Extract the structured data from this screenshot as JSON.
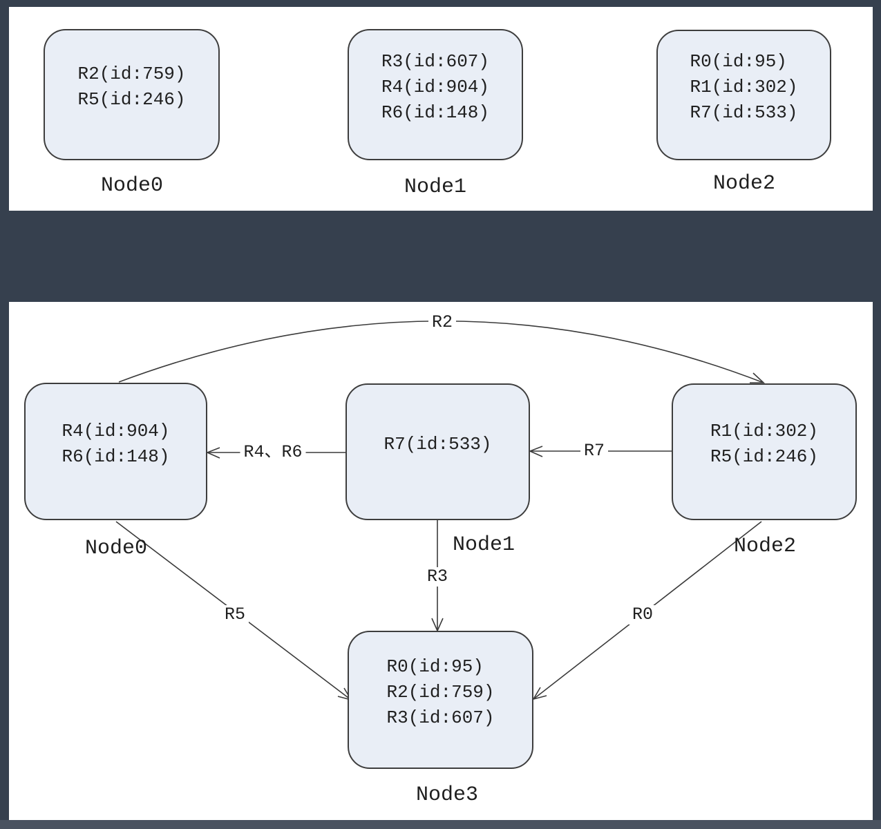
{
  "colors": {
    "canvas_background": "#36404e",
    "panel_background": "#ffffff",
    "bottom_strip": "#4a5260",
    "node_fill": "#e9eef6",
    "node_border": "#3d3d3d",
    "line": "#3a3a3a",
    "text": "#1f1f1f"
  },
  "panel_top": {
    "nodes": [
      {
        "label": "Node0",
        "regions": [
          "R2(id:759)",
          "R5(id:246)"
        ]
      },
      {
        "label": "Node1",
        "regions": [
          "R3(id:607)",
          "R4(id:904)",
          "R6(id:148)"
        ]
      },
      {
        "label": "Node2",
        "regions": [
          "R0(id:95)",
          "R1(id:302)",
          "R7(id:533)"
        ]
      }
    ]
  },
  "panel_bottom": {
    "nodes": [
      {
        "label": "Node0",
        "regions": [
          "R4(id:904)",
          "R6(id:148)"
        ]
      },
      {
        "label": "Node1",
        "regions": [
          "R7(id:533)"
        ]
      },
      {
        "label": "Node2",
        "regions": [
          "R1(id:302)",
          "R5(id:246)"
        ]
      },
      {
        "label": "Node3",
        "regions": [
          "R0(id:95)",
          "R2(id:759)",
          "R3(id:607)"
        ]
      }
    ],
    "edges": [
      {
        "label": "R2",
        "from": "Node0",
        "to": "Node2"
      },
      {
        "label": "R4、R6",
        "from": "Node1",
        "to": "Node0"
      },
      {
        "label": "R7",
        "from": "Node2",
        "to": "Node1"
      },
      {
        "label": "R3",
        "from": "Node1",
        "to": "Node3"
      },
      {
        "label": "R5",
        "from": "Node0",
        "to": "Node3"
      },
      {
        "label": "R0",
        "from": "Node2",
        "to": "Node3"
      }
    ]
  }
}
